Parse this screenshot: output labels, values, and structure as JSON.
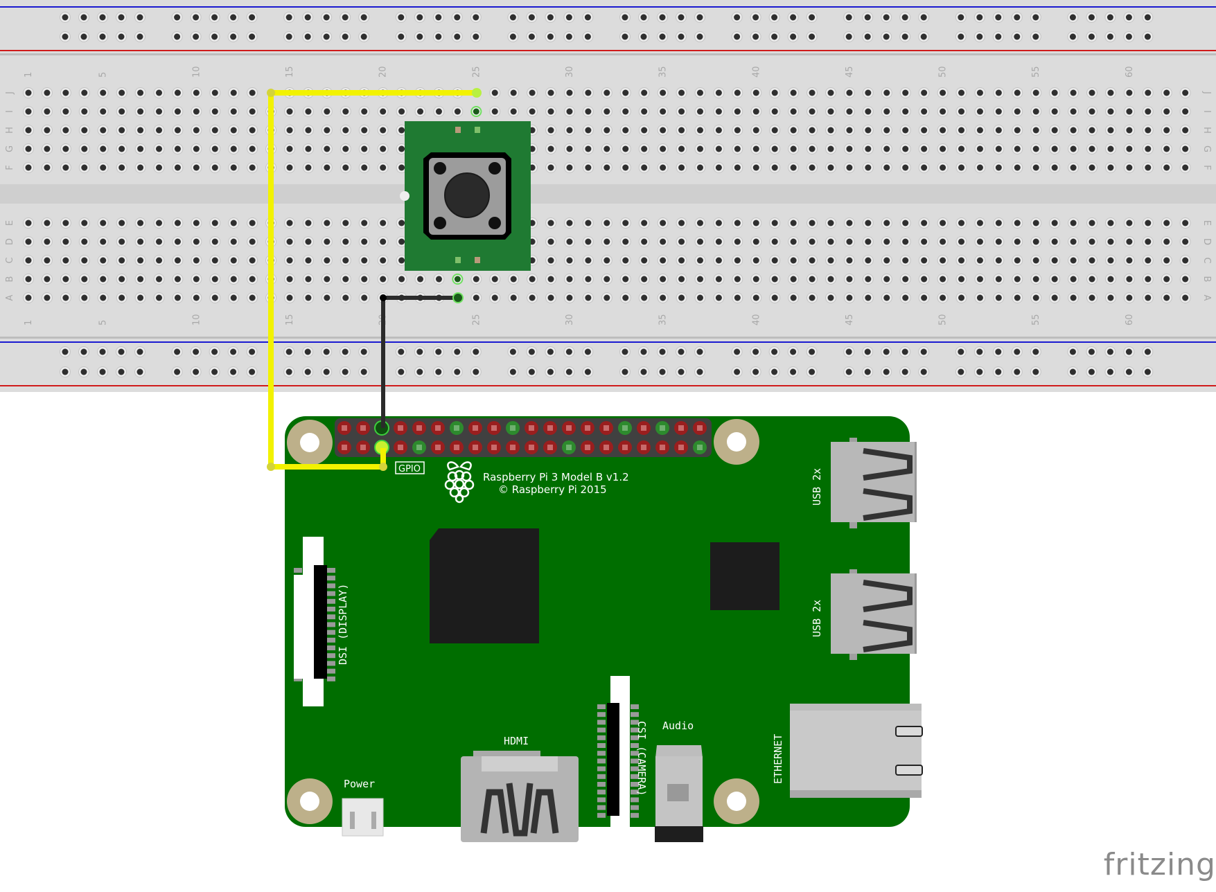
{
  "breadboard": {
    "columns": 63,
    "column_labels": [
      "1",
      "5",
      "10",
      "15",
      "20",
      "25",
      "30",
      "35",
      "40",
      "45",
      "50",
      "55",
      "60"
    ],
    "row_labels_top": [
      "J",
      "I",
      "H",
      "G",
      "F"
    ],
    "row_labels_bottom": [
      "E",
      "D",
      "C",
      "B",
      "A"
    ],
    "colors": {
      "body": "#dcdcdc",
      "hole": "#2f2f2f",
      "rail_blue": "#1a1ad0",
      "rail_red": "#d01a1a",
      "channel": "#cfcfcf",
      "label": "#a8a8a8"
    }
  },
  "pushbutton": {
    "name": "Pushbutton",
    "pcb_color": "#1f7a32",
    "body_color": "#999999",
    "cap_color": "#2a2a2a"
  },
  "wires": [
    {
      "name": "yellow-wire",
      "color": "#f2f200",
      "from": "breadboard J25",
      "to": "GPIO pin 6 (bottom row)"
    },
    {
      "name": "black-wire",
      "color": "#2b2b2b",
      "from": "breadboard A24",
      "to": "GPIO pin 3 (top row)"
    }
  ],
  "raspberry_pi": {
    "model": "Raspberry Pi 3 Model B v1.2",
    "copyright": "© Raspberry Pi 2015",
    "gpio_label": "GPIO",
    "board_color": "#006e00",
    "header_top_green": [
      2,
      6,
      9,
      15,
      17
    ],
    "header_bottom_green": [
      4,
      12,
      19
    ],
    "labels": {
      "dsi": "DSI (DISPLAY)",
      "csi": "CSI (CAMERA)",
      "hdmi": "HDMI",
      "audio": "Audio",
      "power": "Power",
      "usb1": "USB 2x",
      "usb2": "USB 2x",
      "ethernet": "ETHERNET"
    }
  },
  "watermark": "fritzing"
}
